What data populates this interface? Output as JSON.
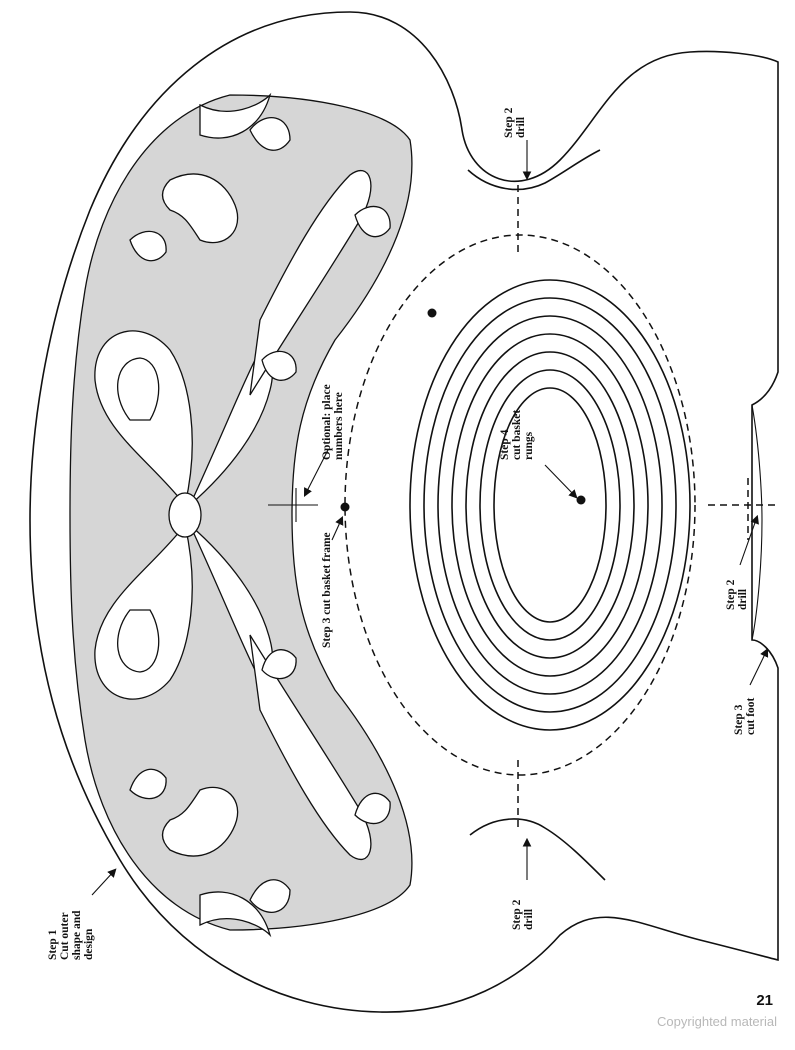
{
  "labels": {
    "step1": [
      "Step 1",
      "Cut outer",
      "shape and",
      "design"
    ],
    "step2_top": [
      "Step 2",
      "drill"
    ],
    "step2_bottom": [
      "Step 2",
      "drill"
    ],
    "step2_foot": [
      "Step 2",
      "drill"
    ],
    "step3_frame": [
      "Step 3 cut basket frame"
    ],
    "step3_foot": [
      "Step 3",
      "cut foot"
    ],
    "step4": [
      "Step 4",
      "cut basket",
      "rungs"
    ],
    "optional": [
      "Optional: place",
      "numbers here"
    ]
  },
  "page_number": "21",
  "copyright": "Copyrighted material",
  "colors": {
    "line": "#111111",
    "fret_fill": "#d6d6d6"
  }
}
